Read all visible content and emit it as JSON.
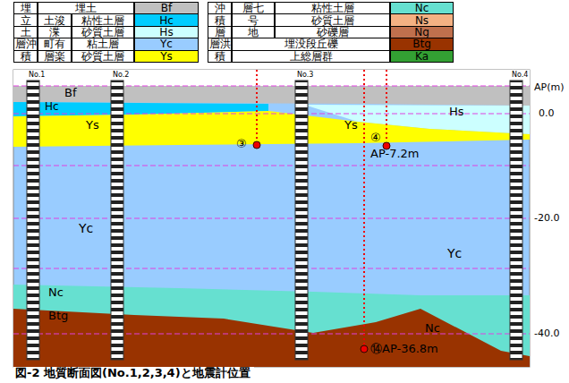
{
  "diagram": {
    "caption": "図-2 地質断面図(No.1,2,3,4)と地震計位置",
    "labels": [
      "埋",
      "立",
      "土",
      "層沖",
      "積",
      "埋土",
      "土浚",
      "渫",
      "町有",
      "層楽",
      "粘性土層",
      "砂質土層",
      "粘土層",
      "砂質土層",
      "沖",
      "積",
      "層",
      "層洪",
      "積",
      "層七",
      "号",
      "地",
      "粘性土層",
      "砂質土層",
      "砂礫層",
      "埋没段丘礫",
      "上総層群",
      "No.1",
      "No.2",
      "No.3",
      "No.4",
      "Bf",
      "Hc",
      "Ys",
      "③",
      "Ys",
      "Hs",
      "④",
      "AP-7.2m",
      "Yc",
      "Yc",
      "Nc",
      "Nc",
      "Btg",
      "⑭AP-36.8m",
      "AP(m)",
      "0.0",
      "-20.0",
      "-40.0"
    ],
    "legend": [
      {
        "text": "Bf",
        "color": "#c0c0c0"
      },
      {
        "text": "Hc",
        "color": "#00ccff"
      },
      {
        "text": "Hs",
        "color": "#ccffff"
      },
      {
        "text": "Yc",
        "color": "#99ccff"
      },
      {
        "text": "Ys",
        "color": "#ffff00"
      },
      {
        "text": "Nc",
        "color": "#66e0d0"
      },
      {
        "text": "Ns",
        "color": "#f4b183"
      },
      {
        "text": "Ng",
        "color": "#c0704d"
      },
      {
        "text": "Btg",
        "color": "#993300"
      },
      {
        "text": "Ka",
        "color": "#33a033"
      }
    ]
  }
}
